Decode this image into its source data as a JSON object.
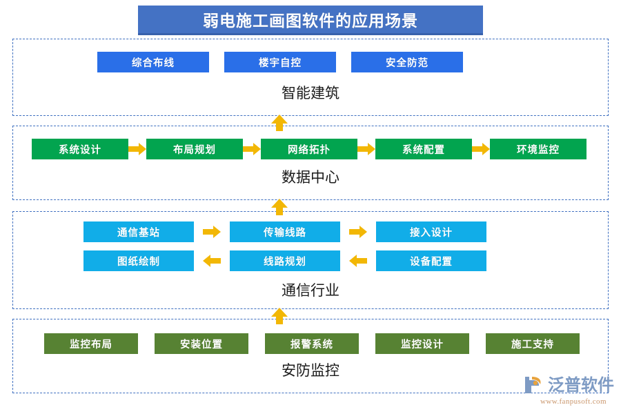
{
  "title": {
    "text": "弱电施工画图软件的应用场景",
    "bar_color": "#4472C4"
  },
  "colors": {
    "blue": "#2A6FE8",
    "green": "#02A44F",
    "cyan": "#11ADE8",
    "olive": "#578233",
    "arrow": "#F2B705",
    "dashed_border": "#3E6FC0"
  },
  "sections": [
    {
      "id": "building",
      "label": "智能建筑",
      "color": "blue",
      "rows": [
        {
          "nodes": [
            "综合布线",
            "楼宇自控",
            "安全防范"
          ],
          "arrows": []
        }
      ]
    },
    {
      "id": "datacenter",
      "label": "数据中心",
      "color": "green",
      "rows": [
        {
          "nodes": [
            "系统设计",
            "布局规划",
            "网络拓扑",
            "系统配置",
            "环境监控"
          ],
          "arrows": [
            "right",
            "right",
            "right",
            "right"
          ]
        }
      ]
    },
    {
      "id": "telecom",
      "label": "通信行业",
      "color": "cyan",
      "rows": [
        {
          "nodes": [
            "通信基站",
            "传输线路",
            "接入设计"
          ],
          "arrows": [
            "right",
            "right"
          ]
        },
        {
          "nodes": [
            "图纸绘制",
            "线路规划",
            "设备配置"
          ],
          "arrows": [
            "left",
            "left"
          ]
        }
      ]
    },
    {
      "id": "security",
      "label": "安防监控",
      "color": "olive",
      "rows": [
        {
          "nodes": [
            "监控布局",
            "安装位置",
            "报警系统",
            "监控设计",
            "施工支持"
          ],
          "arrows": []
        }
      ]
    }
  ],
  "connectors": [
    {
      "direction": "up"
    },
    {
      "direction": "up"
    },
    {
      "direction": "up"
    }
  ],
  "logo": {
    "name": "泛普软件",
    "url": "www.fanpusoft.com"
  }
}
